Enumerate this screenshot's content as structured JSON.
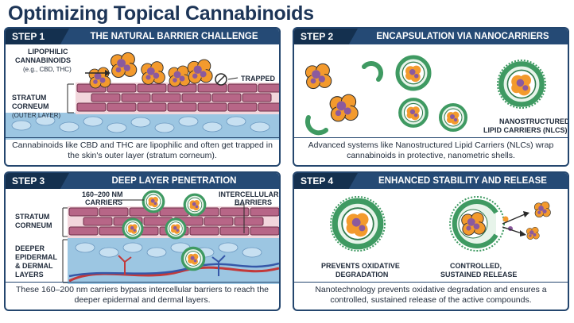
{
  "title": "Optimizing Topical Cannabinoids",
  "colors": {
    "navy": "#24466e",
    "brick": "#b76687",
    "mortar": "#f2d6dc",
    "skin_blue": "#9cc6e2",
    "cannabinoid_orange": "#f39a2d",
    "cannabinoid_purple": "#8b5a9e",
    "carrier_green": "#3f9a62"
  },
  "steps": [
    {
      "tag": "STEP 1",
      "title": "THE NATURAL BARRIER CHALLENGE",
      "labels": {
        "lipophilic": "LIPOPHILIC",
        "cannabinoids": "CANNABINOIDS",
        "example": "(e.g., CBD, THC)",
        "trapped": "TRAPPED",
        "stratum": "STRATUM",
        "corneum": "CORNEUM",
        "outer_layer": "(OUTER LAYER)"
      },
      "caption": "Cannabinoids like CBD and THC are lipophilic and often get trapped in the skin's outer layer (stratum corneum)."
    },
    {
      "tag": "STEP 2",
      "title": "ENCAPSULATION VIA NANOCARRIERS",
      "labels": {
        "nlc_line1": "NANOSTRUCTURED",
        "nlc_line2": "LIPID CARRIERS (NLCs)"
      },
      "caption": "Advanced systems like Nanostructured Lipid Carriers (NLCs) wrap cannabinoids in protective, nanometric shells."
    },
    {
      "tag": "STEP 3",
      "title": "DEEP LAYER PENETRATION",
      "labels": {
        "size_line1": "160–200 nm",
        "size_line2": "CARRIERS",
        "intercellular_line1": "INTERCELLULAR",
        "intercellular_line2": "BARRIERS",
        "stratum": "STRATUM",
        "corneum": "CORNEUM",
        "deeper_line1": "DEEPER",
        "deeper_line2": "EPIDERMAL",
        "deeper_line3": "& DERMAL",
        "deeper_line4": "LAYERS"
      },
      "caption": "These 160–200 nm carriers bypass intercellular barriers to reach the deeper epidermal and dermal layers."
    },
    {
      "tag": "STEP 4",
      "title": "ENHANCED STABILITY AND RELEASE",
      "labels": {
        "prevents_line1": "PREVENTS OXIDATIVE",
        "prevents_line2": "DEGRADATION",
        "controlled_line1": "CONTROLLED,",
        "controlled_line2": "SUSTAINED RELEASE"
      },
      "caption": "Nanotechnology prevents oxidative degradation and ensures a controlled, sustained release of the active compounds."
    }
  ]
}
